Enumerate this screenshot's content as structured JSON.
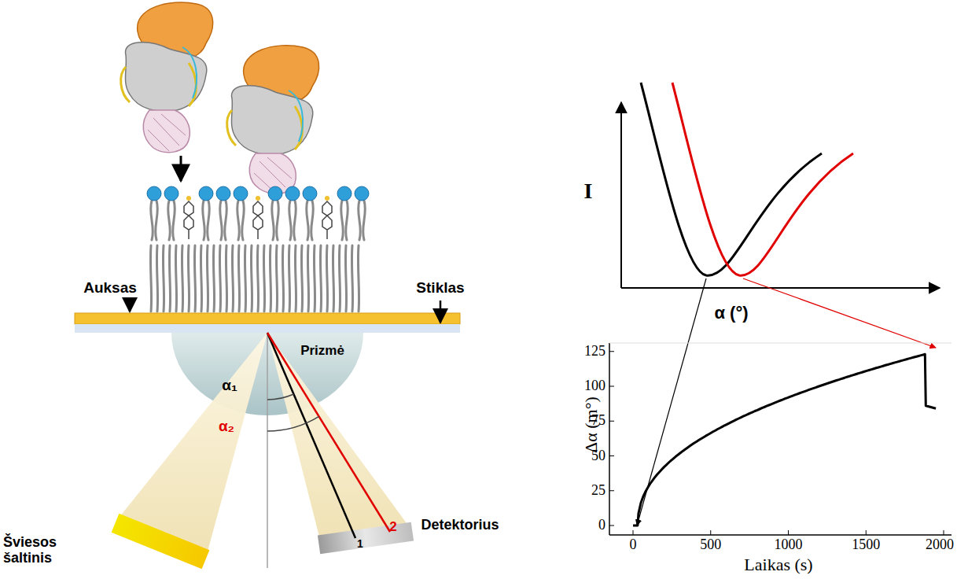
{
  "diagram": {
    "labels": [
      "Auksas",
      "Stiklas",
      "Prizmė",
      "α₁",
      "α₂",
      "1",
      "2",
      "Šviesos šaltinis",
      "Detektorius",
      "I",
      "α (°)",
      "Δα (m°)",
      "Laikas (s)",
      "0",
      "25",
      "50",
      "75",
      "100",
      "125",
      "0",
      "500",
      "1000",
      "1500",
      "2000"
    ]
  }
}
